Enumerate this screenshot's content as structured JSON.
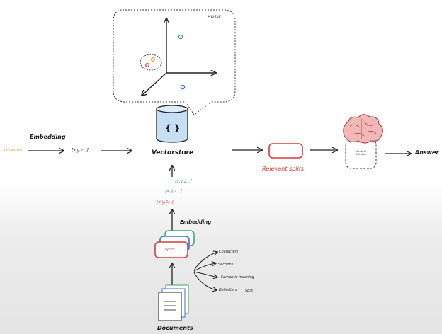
{
  "hnsw": {
    "label": "HNSW"
  },
  "query": {
    "question": "Question",
    "embedding": "Embedding",
    "vector": "[x,y,z...]"
  },
  "vectorstore": {
    "label": "Vectorstore",
    "icon_glyph": "{ }"
  },
  "splits": {
    "vectors": [
      "[x,y,z...]",
      "[x,y,z...]",
      "[x,y,z...]"
    ],
    "embedding": "Embedding",
    "label": "Splits",
    "strategies": [
      "Characters",
      "Sections",
      "Semantic meaning",
      "Delimiters"
    ],
    "split_label": "Split"
  },
  "documents": {
    "label": "Documents"
  },
  "relevant": {
    "label": "Relevant splits"
  },
  "llm": {
    "context_window": "Context Window",
    "answer": "Answer"
  },
  "colors": {
    "question": "#e8a020",
    "split_red": "#d93a3a",
    "split_blue": "#3d6fd6",
    "split_green": "#3fa66a",
    "store_fill": "#c7dff5",
    "ink": "#222222"
  },
  "icons": [
    "brain-icon",
    "database-icon",
    "document-stack-icon"
  ]
}
